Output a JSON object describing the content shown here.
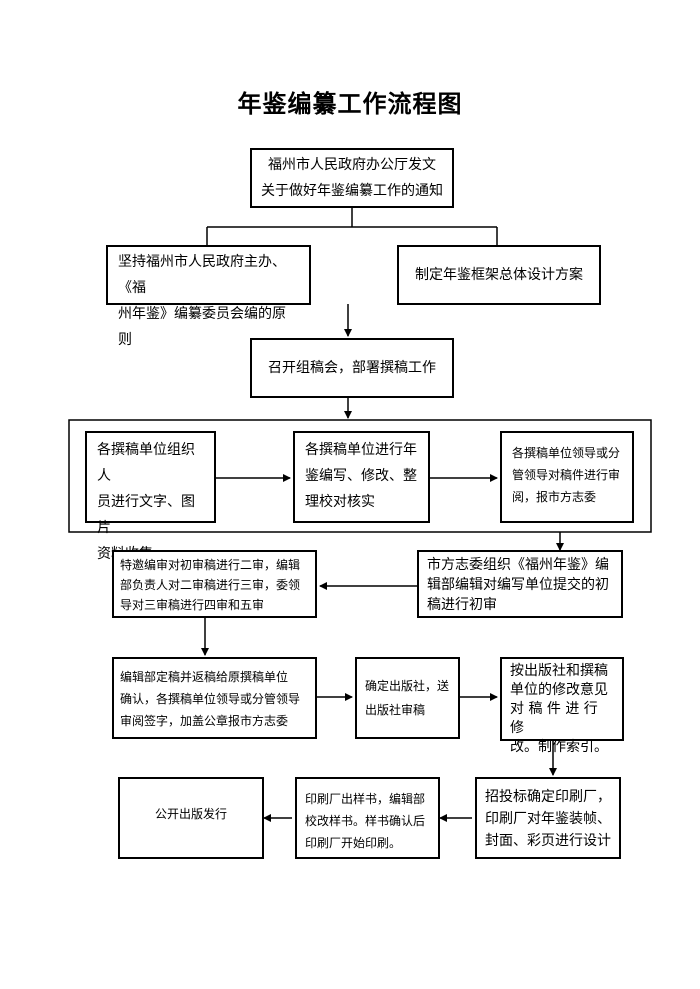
{
  "title": "年鉴编纂工作流程图",
  "nodes": {
    "n1": [
      "福州市人民政府办公厅发文",
      "关于做好年鉴编纂工作的通知"
    ],
    "n2": [
      "坚持福州市人民政府主办、《福",
      "州年鉴》编纂委员会编的原则"
    ],
    "n3": [
      "制定年鉴框架总体设计方案"
    ],
    "n4": [
      "召开组稿会，部署撰稿工作"
    ],
    "n5": [
      "各撰稿单位组织人",
      "员进行文字、图片",
      "资料收集"
    ],
    "n6": [
      "各撰稿单位进行年",
      "鉴编写、修改、整",
      "理校对核实"
    ],
    "n7": [
      "各撰稿单位领导或分",
      "管领导对稿件进行审",
      "阅，报市方志委"
    ],
    "n8": [
      "市方志委组织《福州年鉴》编",
      "辑部编辑对编写单位提交的初",
      "稿进行初审"
    ],
    "n9": [
      "特邀编审对初审稿进行二审，编辑",
      "部负责人对二审稿进行三审，委领",
      "导对三审稿进行四审和五审"
    ],
    "n10": [
      "编辑部定稿并返稿给原撰稿单位",
      "确认，各撰稿单位领导或分管领导",
      "审阅签字，加盖公章报市方志委"
    ],
    "n11": [
      "确定出版社，送",
      "出版社审稿"
    ],
    "n12": [
      "按出版社和撰稿",
      "单位的修改意见",
      "对 稿 件 进 行 修",
      "改。制作索引。"
    ],
    "n13": [
      "招投标确定印刷厂，",
      "印刷厂对年鉴装帧、",
      "封面、彩页进行设计"
    ],
    "n14": [
      "印刷厂出样书，编辑部",
      "校改样书。样书确认后",
      "印刷厂开始印刷。"
    ],
    "n15": [
      "公开出版发行"
    ]
  }
}
